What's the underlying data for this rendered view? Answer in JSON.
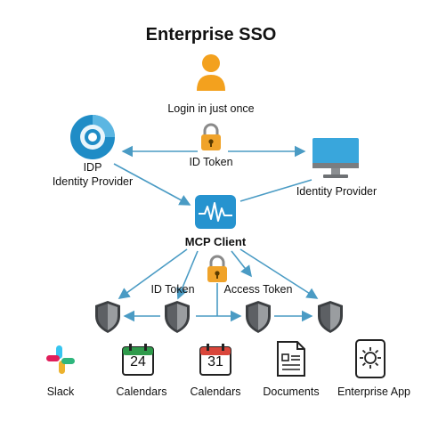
{
  "title": "Enterprise SSO",
  "user": {
    "label": "Login in just once",
    "icon": "user-icon"
  },
  "idp_left": {
    "line1": "IDP",
    "line2": "Identity Provider",
    "icon": "idp-ring-icon"
  },
  "idp_right": {
    "label": "Identity Provider",
    "icon": "monitor-icon"
  },
  "top_token": {
    "label": "ID Token",
    "icon": "lock-icon"
  },
  "client": {
    "label": "MCP Client",
    "icon": "waveform-icon"
  },
  "bottom_tokens": {
    "id_token": "ID Token",
    "access_token": "Access Token",
    "icon": "lock-icon"
  },
  "shields": [
    "shield-icon",
    "shield-icon",
    "shield-icon",
    "shield-icon"
  ],
  "apps": [
    {
      "label": "Slack",
      "icon": "slack-icon"
    },
    {
      "label": "Calendars",
      "icon": "calendar-icon",
      "day": "24"
    },
    {
      "label": "Calendars",
      "icon": "calendar-icon",
      "day": "31"
    },
    {
      "label": "Documents",
      "icon": "document-icon"
    },
    {
      "label": "Enterprise App",
      "icon": "enterprise-app-icon"
    }
  ],
  "colors": {
    "arrow": "#4a9bc4",
    "user": "#f3a11e",
    "lock": "#f0a32a",
    "idp": "#1f8cc6",
    "monitor": "#39a6dc",
    "client": "#2693cf",
    "shield": "#6b6e72",
    "calendar_green": "#2f9a4b",
    "calendar_red": "#d9463b"
  }
}
